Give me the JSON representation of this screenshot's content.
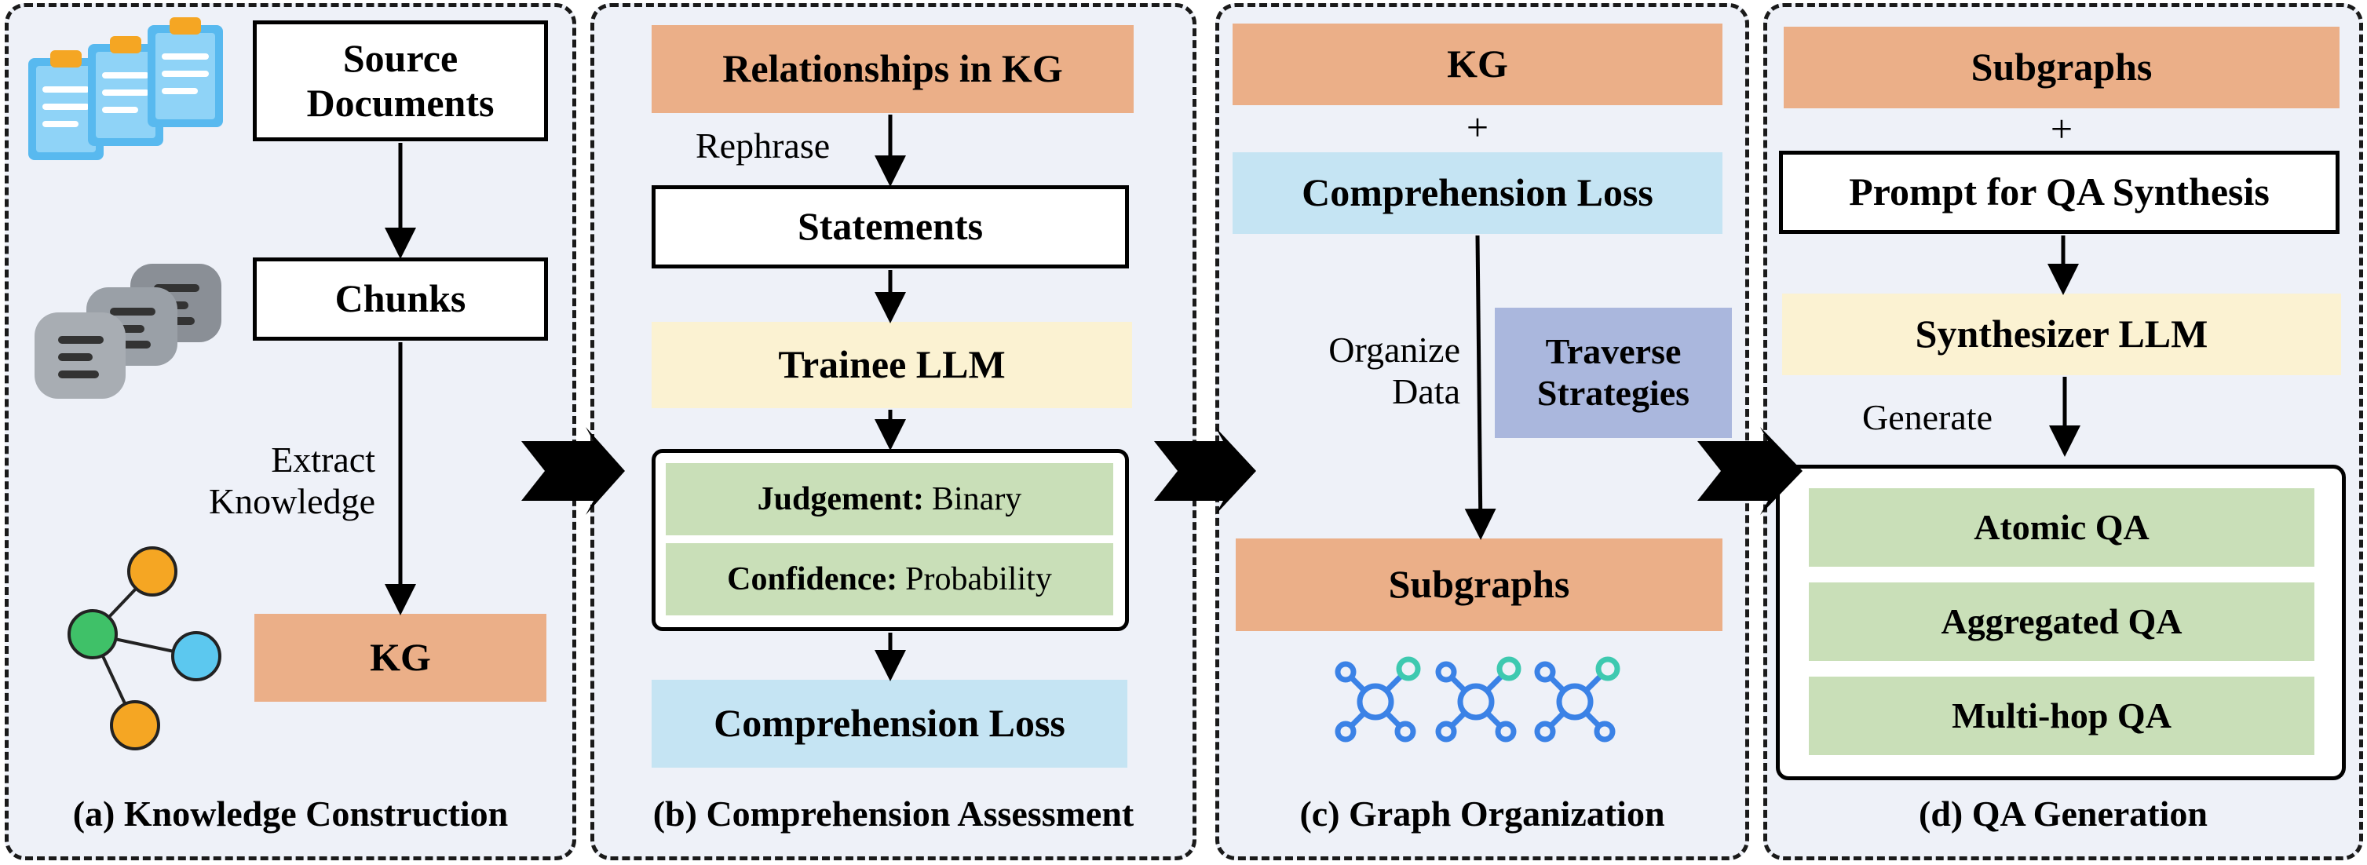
{
  "panels": {
    "a": {
      "caption": "(a) Knowledge Construction",
      "source_documents": "Source Documents",
      "chunks": "Chunks",
      "extract_label": "Extract Knowledge",
      "kg": "KG",
      "icons": [
        "documents-icon",
        "chat-bubbles-icon",
        "knowledge-graph-icon"
      ]
    },
    "b": {
      "caption": "(b) Comprehension Assessment",
      "relationships": "Relationships in KG",
      "rephrase_label": "Rephrase",
      "statements": "Statements",
      "trainee": "Trainee LLM",
      "judgement_key": "Judgement:",
      "judgement_value": "Binary",
      "confidence_key": "Confidence:",
      "confidence_value": "Probability",
      "loss": "Comprehension Loss"
    },
    "c": {
      "caption": "(c) Graph Organization",
      "kg": "KG",
      "plus": "+",
      "loss": "Comprehension Loss",
      "organize_label": "Organize Data",
      "traverse": "Traverse Strategies",
      "subgraphs": "Subgraphs",
      "icons": [
        "subgraph-network-icon"
      ]
    },
    "d": {
      "caption": "(d) QA Generation",
      "subgraphs": "Subgraphs",
      "plus": "+",
      "prompt": "Prompt for QA Synthesis",
      "synth": "Synthesizer LLM",
      "generate_label": "Generate",
      "atomic": "Atomic QA",
      "aggregated": "Aggregated QA",
      "multihop": "Multi-hop QA"
    }
  },
  "colors": {
    "panel_bg": "#eef1f8",
    "orange": "#ebaf88",
    "light_blue": "#c5e4f3",
    "yellow": "#fbf2d2",
    "green": "#c9dfb8",
    "purple": "#aab7dd",
    "icon_blue": "#3b82e6",
    "icon_teal": "#3ec9b0"
  }
}
